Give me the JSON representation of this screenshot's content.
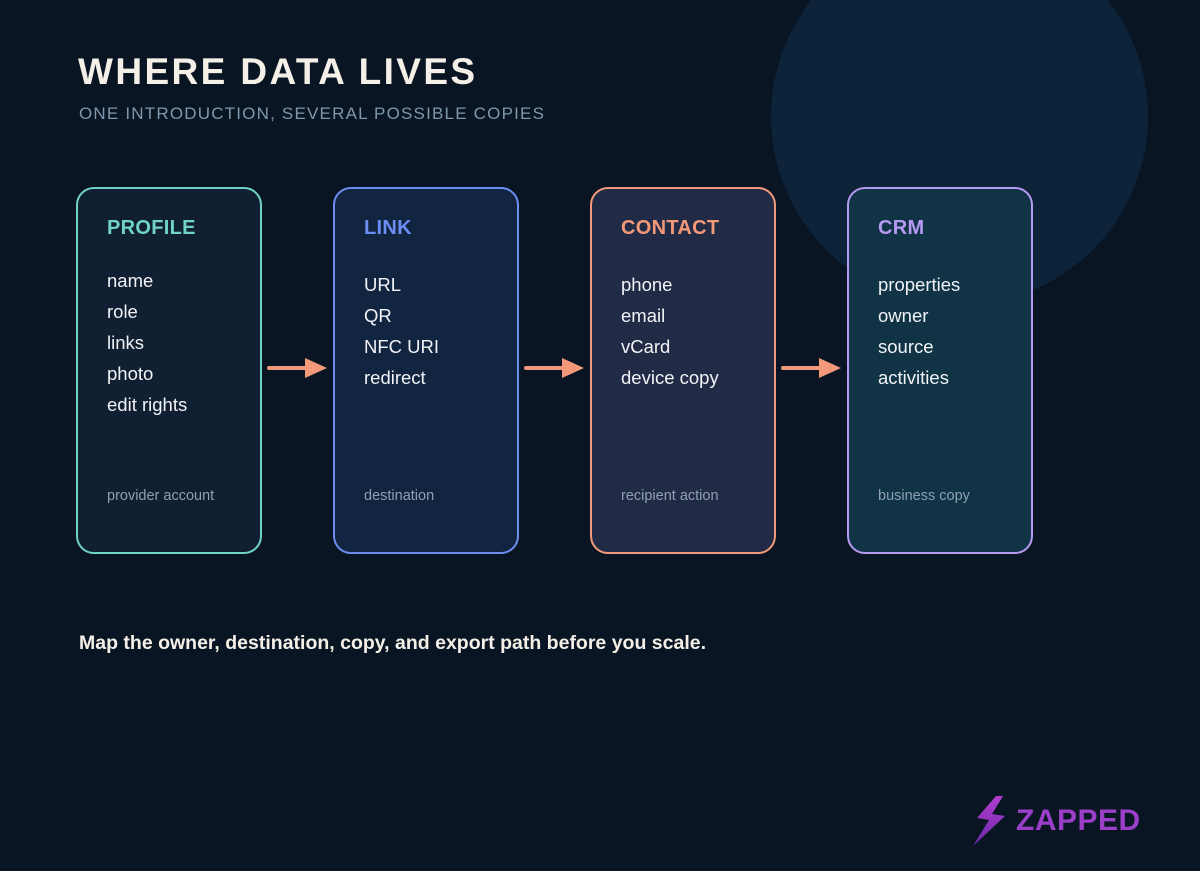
{
  "header": {
    "title": "WHERE DATA LIVES",
    "subtitle": "ONE INTRODUCTION, SEVERAL POSSIBLE COPIES"
  },
  "colors": {
    "background": "#0a1523",
    "profile": "#6fd4c6",
    "link": "#6c8ef3",
    "contact": "#f3997a",
    "crm": "#b69af2",
    "arrow": "#f3997a",
    "logo": "#9b3ec8"
  },
  "cards": [
    {
      "title": "PROFILE",
      "items": [
        "name",
        "role",
        "links",
        "photo",
        "edit rights"
      ],
      "footer": "provider account"
    },
    {
      "title": "LINK",
      "items": [
        "URL",
        "QR",
        "NFC URI",
        "redirect"
      ],
      "footer": "destination"
    },
    {
      "title": "CONTACT",
      "items": [
        "phone",
        "email",
        "vCard",
        "device copy"
      ],
      "footer": "recipient action"
    },
    {
      "title": "CRM",
      "items": [
        "properties",
        "owner",
        "source",
        "activities"
      ],
      "footer": "business copy"
    }
  ],
  "footer": {
    "text": "Map the owner, destination, copy, and export path before you scale."
  },
  "logo": {
    "text": "ZAPPED",
    "icon": "lightning-bolt-icon"
  }
}
